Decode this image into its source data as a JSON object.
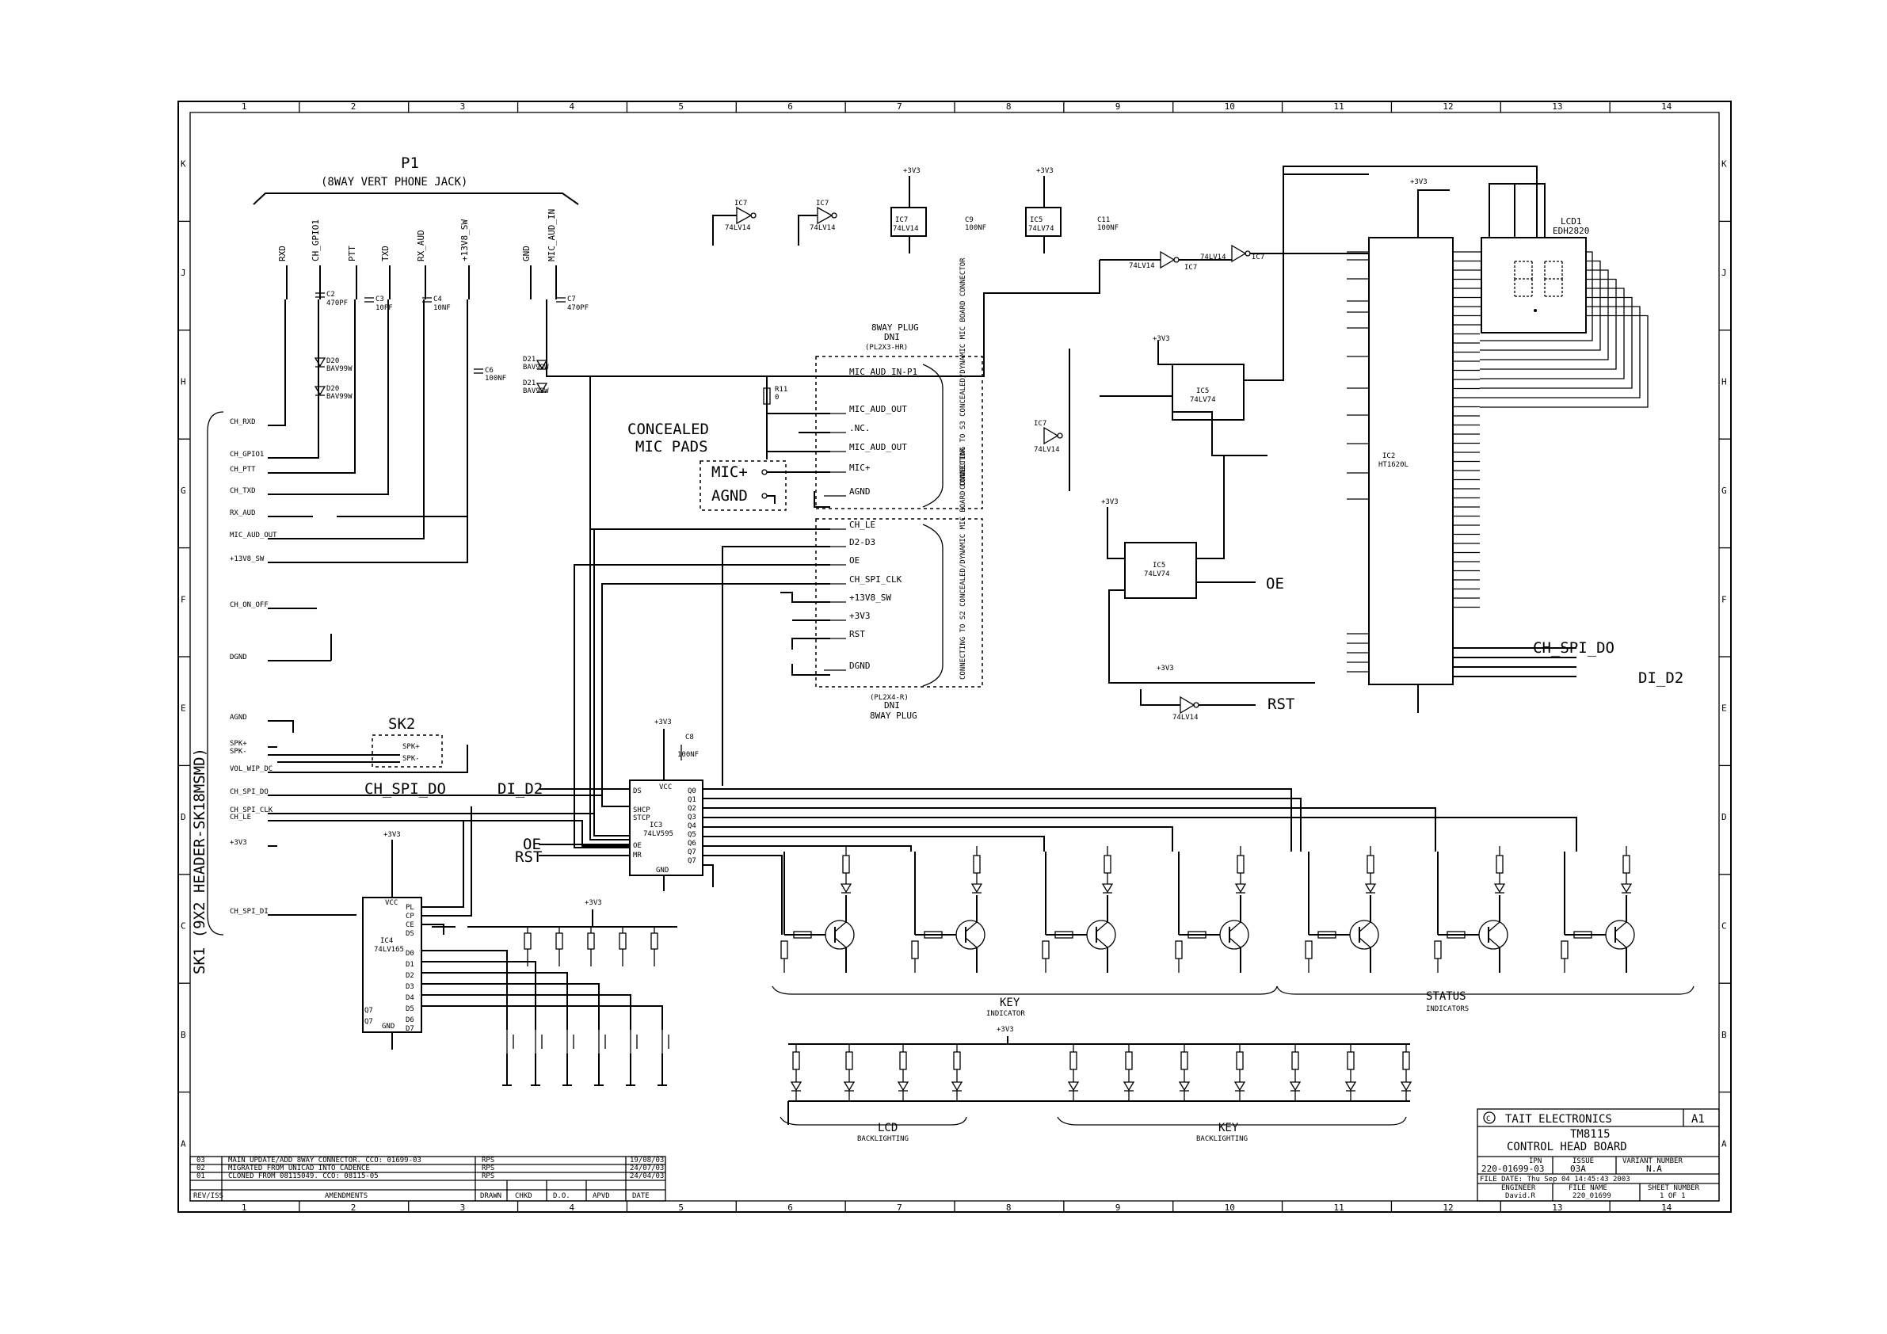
{
  "frame": {
    "columns": [
      "1",
      "2",
      "3",
      "4",
      "5",
      "6",
      "7",
      "8",
      "9",
      "10",
      "11",
      "12",
      "13",
      "14"
    ],
    "rows": [
      "K",
      "J",
      "H",
      "G",
      "F",
      "E",
      "D",
      "C",
      "B",
      "A"
    ]
  },
  "p1": {
    "title": "P1",
    "subtitle": "(8WAY VERT PHONE JACK)",
    "pins": [
      "RXD",
      "CH_GPIO1",
      "PTT",
      "TXD",
      "RX_AUD",
      "+13V8_SW",
      "GND",
      "MIC_AUD_IN"
    ]
  },
  "sk1": {
    "title": "SK1 (9X2 HEADER-SK18MSMD)",
    "signals": [
      "CH_RXD",
      "CH_GPIO1",
      "CH_PTT",
      "CH_TXD",
      "RX_AUD",
      "MIC_AUD_OUT",
      "+13V8_SW",
      "CH_ON_OFF",
      "DGND",
      "AGND",
      "SPK+",
      "SPK-",
      "VOL_WIP_DC",
      "CH_SPI_DO",
      "CH_SPI_CLK",
      "CH_LE",
      "+3V3",
      "CH_SPI_DI"
    ]
  },
  "sk2": {
    "title": "SK2",
    "pins": [
      "SPK+",
      "SPK-"
    ]
  },
  "plug_top": {
    "title": "8WAY PLUG",
    "dni": "DNI",
    "part": "(PL2X3-HR)",
    "pins": [
      "MIC_AUD_IN-P1",
      "MIC_AUD_OUT",
      ".NC.",
      "MIC_AUD_OUT",
      "MIC+",
      "AGND"
    ],
    "side": "CONNECTING TO S3 CONCEALED/DYNAMIC MIC BOARD CONNECTOR"
  },
  "plug_bottom": {
    "title": "8WAY PLUG",
    "dni": "DNI",
    "part": "(PL2X4-R)",
    "pins": [
      "CH_LE",
      "D2-D3",
      "OE",
      "CH_SPI_CLK",
      "+13V8_SW",
      "+3V3",
      "RST",
      "DGND"
    ],
    "side": "CONNECTING TO S2 CONCEALED/DYNAMIC MIC BOARD CONNECTOR"
  },
  "concealed": {
    "title_line1": "CONCEALED",
    "title_line2": "MIC PADS",
    "pad1": "MIC+",
    "pad2": "AGND"
  },
  "chips": {
    "ic3": {
      "ref": "IC3",
      "part": "74LV595"
    },
    "ic4": {
      "ref": "IC4",
      "part": "74LV165"
    },
    "ic2": {
      "ref": "IC2",
      "part": "HT1620L"
    },
    "lcd": {
      "ref": "LCD1",
      "part": "EDH2820"
    },
    "ic5": {
      "ref": "IC5",
      "part": "74LV74"
    },
    "ic7": {
      "ref": "IC7",
      "part": "74LV14"
    }
  },
  "groups": {
    "key_indicator": "KEY",
    "key_indicator_sub": "INDICATOR",
    "status": "STATUS",
    "status_sub": "INDICATORS",
    "lcd_backlight": "LCD",
    "lcd_backlight_sub": "BACKLIGHTING",
    "key_backlight": "KEY",
    "key_backlight_sub": "BACKLIGHTING"
  },
  "nets": {
    "ch_spi_do": "CH_SPI_DO",
    "di_d2": "DI_D2",
    "oe": "OE",
    "rst": "RST",
    "v33": "+3V3"
  },
  "title_block": {
    "company": "TAIT ELECTRONICS",
    "size": "A1",
    "product": "TM8115",
    "board": "CONTROL HEAD BOARD",
    "ipn_label": "IPN",
    "issue_label": "ISSUE",
    "variant_label": "VARIANT NUMBER",
    "ipn": "220-01699-03",
    "issue": "03A",
    "variant": "N.A",
    "file_date": "FILE DATE: Thu Sep 04 14:45:43 2003",
    "engineer_label": "ENGINEER",
    "engineer": "David.R",
    "file_name_label": "FILE NAME",
    "file_name": "220_01699",
    "sheet_label": "SHEET NUMBER",
    "sheet": "1 OF 1"
  },
  "revisions": {
    "rows": [
      {
        "rev": "03",
        "text": "MAIN UPDATE/ADD 8WAY CONNECTOR. CCO: 01699-03",
        "by": "RPS",
        "date": "19/08/03"
      },
      {
        "rev": "02",
        "text": "MIGRATED FROM UNICAD INTO CADENCE",
        "by": "RPS",
        "date": "24/07/03"
      },
      {
        "rev": "01",
        "text": "CLONED FROM 08115049. CCO: 08115-05",
        "by": "RPS",
        "date": "24/04/03"
      }
    ],
    "headers": [
      "REV/ISS",
      "AMENDMENTS",
      "DRAWN",
      "CHKD",
      "D.O.",
      "APVD",
      "DATE"
    ]
  }
}
